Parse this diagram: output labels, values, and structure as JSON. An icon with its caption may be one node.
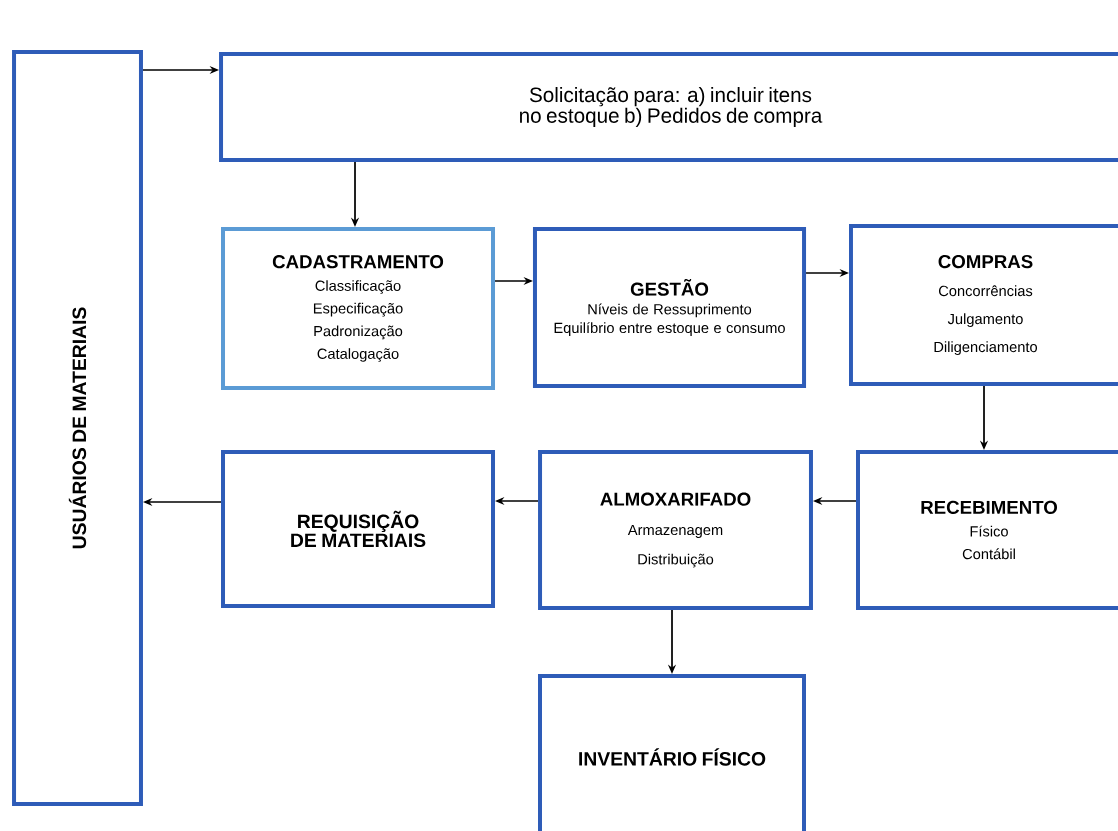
{
  "diagram": {
    "nodes": [
      {
        "text": [
          "USUÁRIOS DE MATERIAIS"
        ]
      },
      {
        "text": [
          "Solicitação para: a) incluir itens no estoque b) Pedidos de compra"
        ]
      },
      {
        "text": [
          "CADASTRAMENTO",
          "Classificação",
          "Especificação",
          "Padronização",
          "Catalogação"
        ]
      },
      {
        "text": [
          "GESTÃO",
          "Níveis de Ressuprimento",
          "Equilíbrio entre estoque e consumo"
        ]
      },
      {
        "text": [
          "COMPRAS",
          "Concorrências",
          "Julgamento",
          "Diligenciamento"
        ]
      },
      {
        "text": [
          "REQUISIÇÃO DE MATERIAIS"
        ]
      },
      {
        "text": [
          "ALMOXARIFADO",
          "Armazenagem",
          "Distribuição"
        ]
      },
      {
        "text": [
          "RECEBIMENTO",
          "Físico",
          "Contábil"
        ]
      },
      {
        "text": [
          "INVENTÁRIO FÍSICO"
        ]
      }
    ],
    "edges": [
      {
        "from": 0,
        "to": 1,
        "arrow": "to"
      },
      {
        "from": 1,
        "to": 2,
        "arrow": "to"
      },
      {
        "from": 2,
        "to": 3,
        "arrow": "to"
      },
      {
        "from": 3,
        "to": 4,
        "arrow": "to"
      },
      {
        "from": 4,
        "to": 7,
        "arrow": "to"
      },
      {
        "from": 7,
        "to": 6,
        "arrow": "to"
      },
      {
        "from": 6,
        "to": 5,
        "arrow": "to"
      },
      {
        "from": 5,
        "to": 0,
        "arrow": "to"
      },
      {
        "from": 6,
        "to": 8,
        "arrow": "to"
      }
    ]
  }
}
